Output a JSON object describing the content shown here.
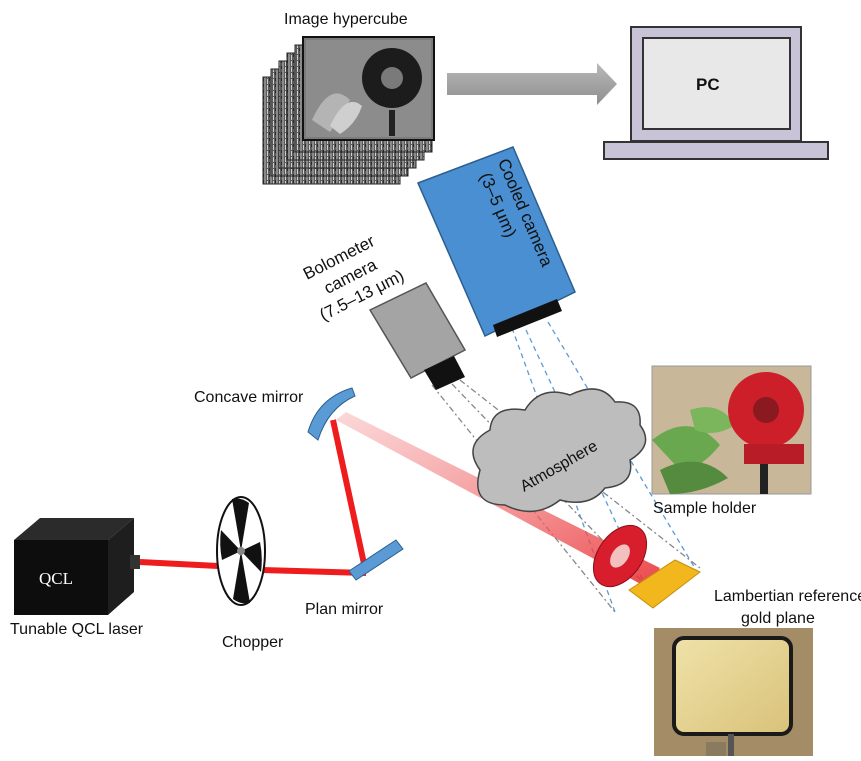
{
  "labels": {
    "hypercube": "Image hypercube",
    "pc": "PC",
    "cooled_camera_line1": "Cooled camera",
    "cooled_camera_line2": "(3–5 μm)",
    "bolometer_line1": "Bolometer",
    "bolometer_line2": "camera",
    "bolometer_line3": "(7.5–13 μm)",
    "concave_mirror": "Concave mirror",
    "atmosphere": "Atmosphere",
    "sample_holder": "Sample holder",
    "qcl_box": "QCL",
    "tunable_qcl": "Tunable QCL laser",
    "chopper": "Chopper",
    "plan_mirror": "Plan mirror",
    "lambertian_line1": "Lambertian reference",
    "lambertian_line2": "gold plane"
  },
  "icons": {
    "arrow": "right-arrow-icon",
    "pc": "laptop-icon",
    "camera": "camera-icon",
    "mirror": "mirror-icon",
    "chopper": "chopper-wheel-icon",
    "laser": "laser-box-icon",
    "cloud": "cloud-icon"
  },
  "colors": {
    "laser_beam": "#ee1c1c",
    "cooled_camera": "#4a8fd1",
    "bolometer_camera": "#a4a4a4",
    "mirror": "#5b9bd5",
    "sample_disk": "#d81e2c",
    "gold_plane": "#f2b71c",
    "cloud": "#bdbdbd",
    "sightline_blue": "#5b9bd5",
    "sightline_gray": "#888888"
  }
}
